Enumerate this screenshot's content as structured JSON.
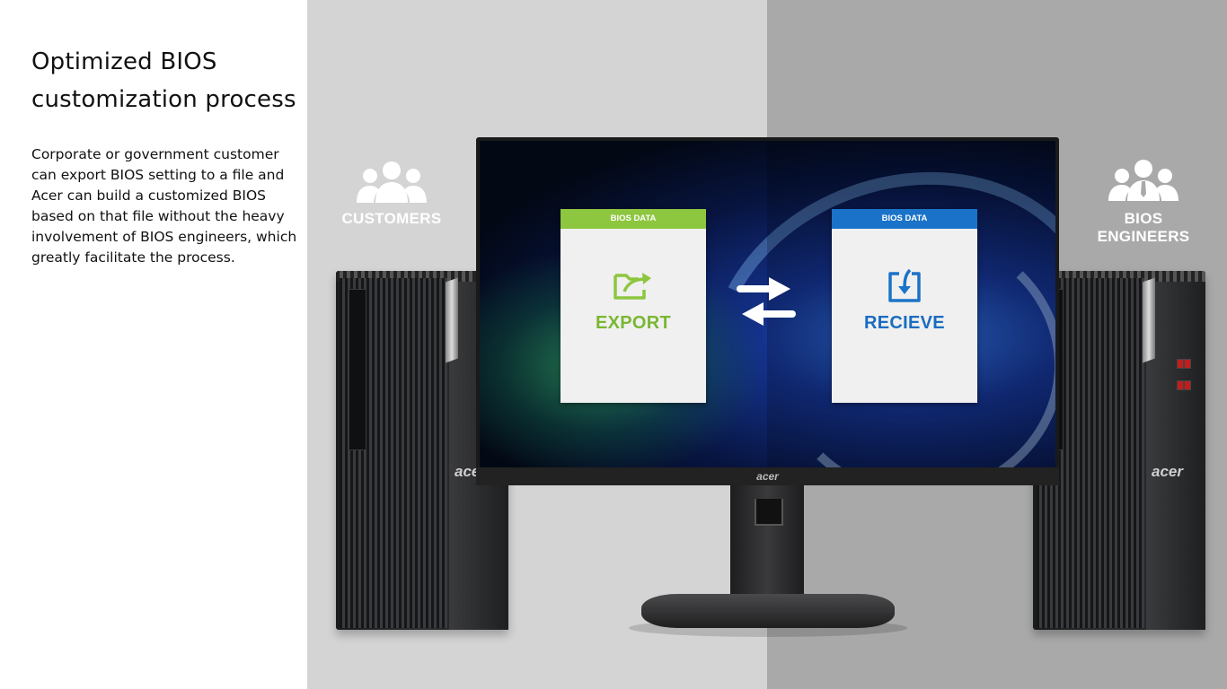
{
  "slide": {
    "title_lines": [
      "Optimized BIOS",
      "customization process"
    ],
    "body_lines": [
      "Corporate or government customer",
      "can export BIOS setting to a file and",
      "Acer can build a customized BIOS",
      "based on that file without the heavy",
      "involvement of BIOS engineers, which",
      "greatly facilitate the process."
    ]
  },
  "roles": {
    "customers": {
      "label": "CUSTOMERS",
      "icon": "group-people-icon"
    },
    "engineers": {
      "label": "BIOS ENGINEERS",
      "icon": "group-professionals-icon"
    }
  },
  "cards": {
    "export": {
      "header": "BIOS DATA",
      "label": "EXPORT",
      "icon": "folder-export-icon",
      "color": "#8dc63f"
    },
    "recieve": {
      "header": "BIOS DATA",
      "label": "RECIEVE",
      "icon": "import-box-icon",
      "color": "#1a73c8"
    }
  },
  "brand": {
    "monitor_logo": "acer",
    "tower_logo": "acer"
  },
  "colors": {
    "bg_left": "#d4d4d4",
    "bg_right": "#a9a9a9"
  }
}
